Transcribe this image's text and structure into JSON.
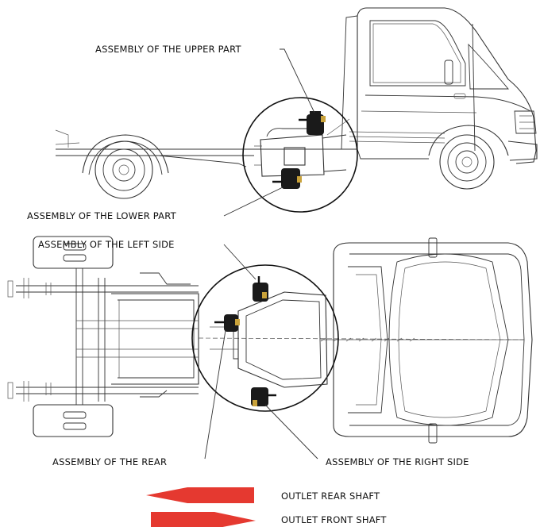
{
  "labels": {
    "upper_part": "ASSEMBLY OF THE UPPER PART",
    "lower_part": "ASSEMBLY OF THE LOWER PART",
    "left_side": "ASSEMBLY OF THE LEFT SIDE",
    "rear": "ASSEMBLY OF THE REAR",
    "right_side": "ASSEMBLY OF THE RIGHT SIDE"
  },
  "legend": {
    "rear_shaft": "OUTLET REAR SHAFT",
    "front_shaft": "OUTLET FRONT SHAFT"
  },
  "colors": {
    "arrow": "#e53930",
    "line": "#333333",
    "mount": "#1a1a1a"
  }
}
